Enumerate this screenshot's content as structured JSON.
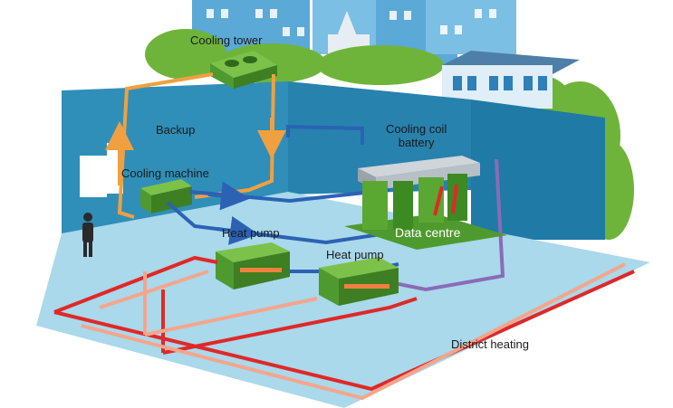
{
  "labels": {
    "cooling_tower": "Cooling tower",
    "backup": "Backup",
    "cooling_machine": "Cooling machine",
    "cooling_coil_line1": "Cooling coil",
    "cooling_coil_line2": "battery",
    "data_centre": "Data centre",
    "heat_pump_1": "Heat pump",
    "heat_pump_2": "Heat pump",
    "district_heating": "District heating"
  },
  "colors": {
    "sky_buildings": "#5aa9d6",
    "trees": "#6fb43a",
    "wall": "#2f8fb8",
    "floor": "#a9d9ea",
    "equipment": "#4f9a2e",
    "cold_pipe": "#2b62b4",
    "backup_pipe": "#f0a040",
    "hot_pipe": "#e02828",
    "warm_pipe": "#f4a58c",
    "return_pipe": "#8a6bb8"
  }
}
